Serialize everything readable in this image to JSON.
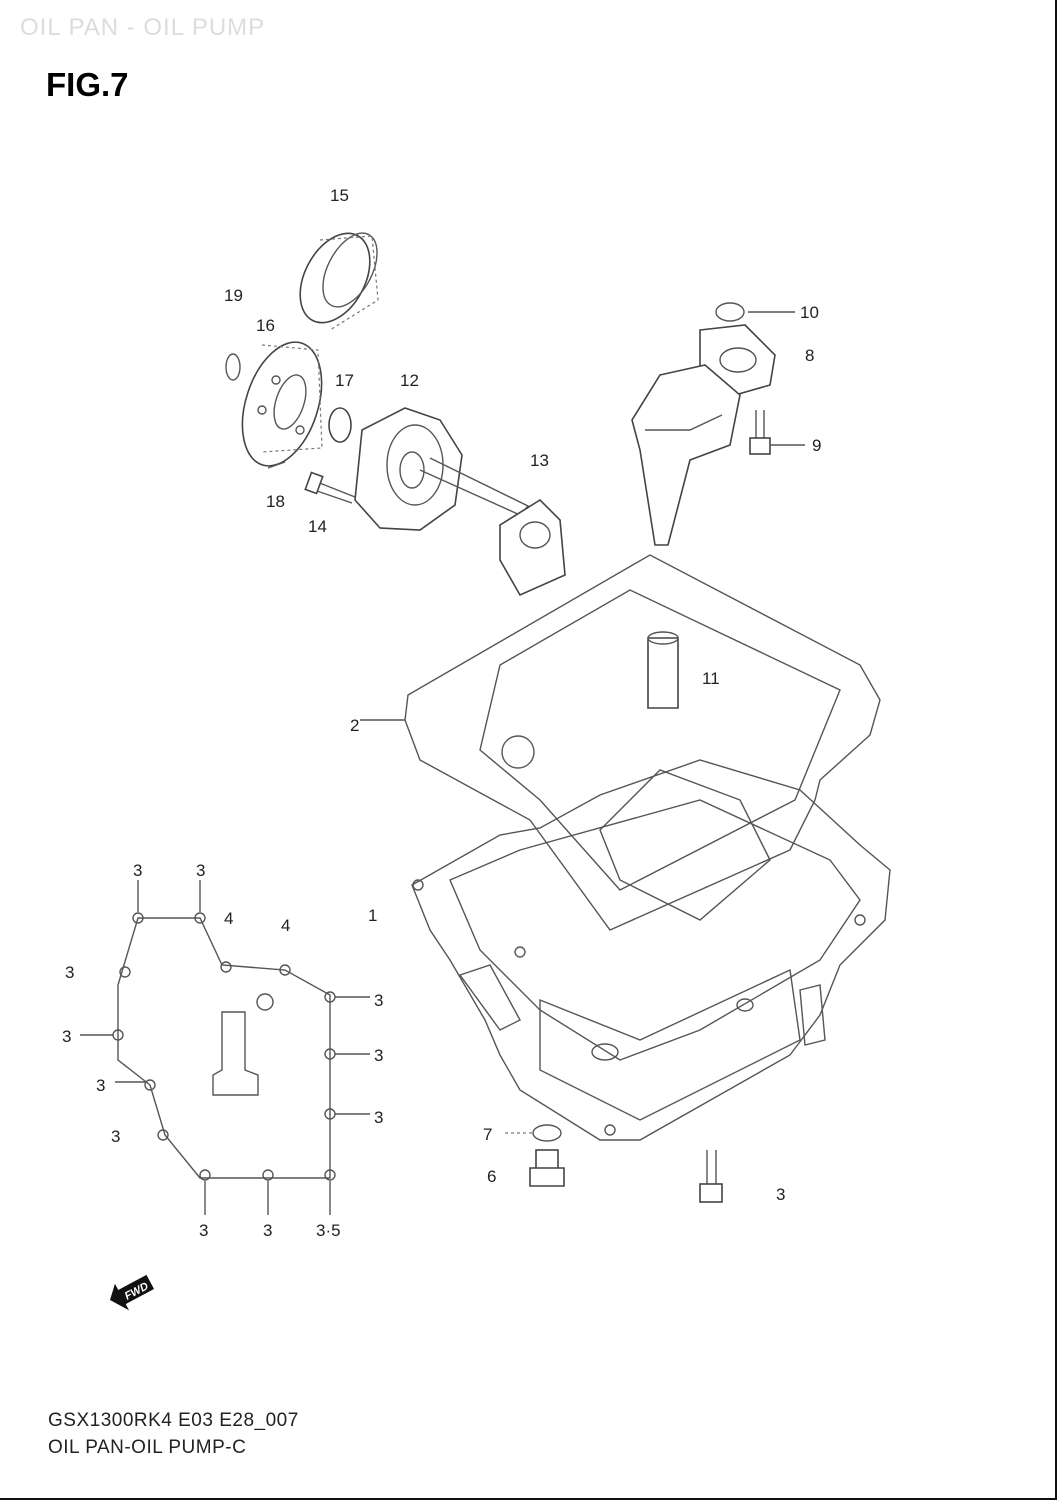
{
  "header": {
    "faint_title": "OIL PAN - OIL PUMP",
    "figure": "FIG.7"
  },
  "callouts": {
    "c1": "1",
    "c2": "2",
    "c6": "6",
    "c7": "7",
    "c8": "8",
    "c9": "9",
    "c10": "10",
    "c11": "11",
    "c12": "12",
    "c13": "13",
    "c14": "14",
    "c15": "15",
    "c16": "16",
    "c17": "17",
    "c18": "18",
    "c19": "19",
    "c3": "3",
    "c4": "4",
    "c3_5": "3·5"
  },
  "fwd_badge": "FWD",
  "footer": {
    "code": "GSX1300RK4 E03 E28_007",
    "caption": "OIL PAN-OIL PUMP-C"
  }
}
